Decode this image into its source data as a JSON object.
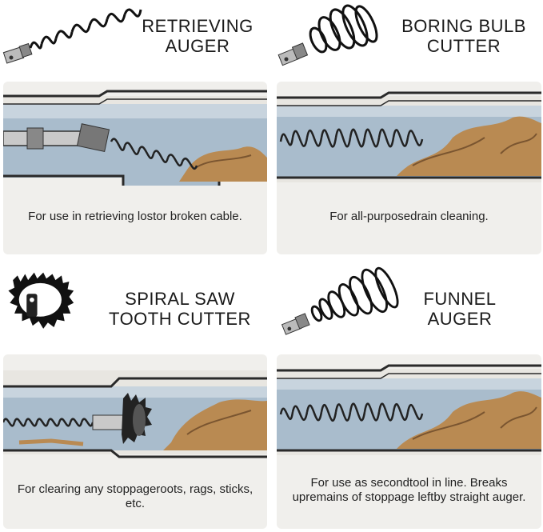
{
  "tools": [
    {
      "title_line1": "RETRIEVING",
      "title_line2": "AUGER",
      "description": "For use in retrieving lostor broken  cable.",
      "icon": "retrieving-auger-icon"
    },
    {
      "title_line1": "BORING BULB",
      "title_line2": "CUTTER",
      "description": "For all-purposedrain cleaning.",
      "icon": "boring-bulb-cutter-icon"
    },
    {
      "title_line1": "SPIRAL SAW",
      "title_line2": "TOOTH CUTTER",
      "description": "For clearing any stoppageroots, rags, sticks, etc.",
      "icon": "spiral-saw-tooth-cutter-icon"
    },
    {
      "title_line1": "FUNNEL",
      "title_line2": "AUGER",
      "description": "For use as secondtool in line. Breaks upremains of stoppage leftby straight auger.",
      "icon": "funnel-auger-icon"
    }
  ],
  "colors": {
    "pipe_water": "#a9bccc",
    "pipe_wall": "#2a2a2a",
    "debris": "#b98a52",
    "card_bg": "#f0efec"
  }
}
